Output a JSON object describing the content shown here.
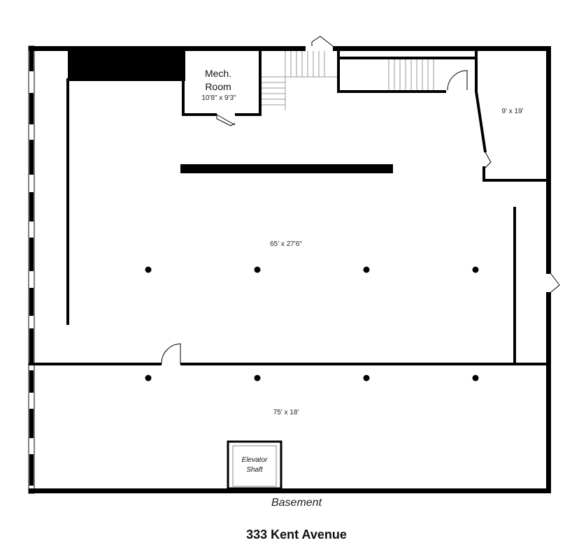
{
  "floorplan": {
    "level_name": "Basement",
    "address": "333 Kent Avenue",
    "rooms": {
      "mech_room": {
        "name_line1": "Mech.",
        "name_line2": "Room",
        "dimensions": "10'8\" x 9'3\""
      },
      "side_room": {
        "dimensions": "9' x 19'"
      },
      "main_room": {
        "dimensions": "65' x 27'6\""
      },
      "front_room": {
        "dimensions": "75' x 18'"
      },
      "elevator": {
        "line1": "Elevator",
        "line2": "Shaft"
      }
    }
  }
}
